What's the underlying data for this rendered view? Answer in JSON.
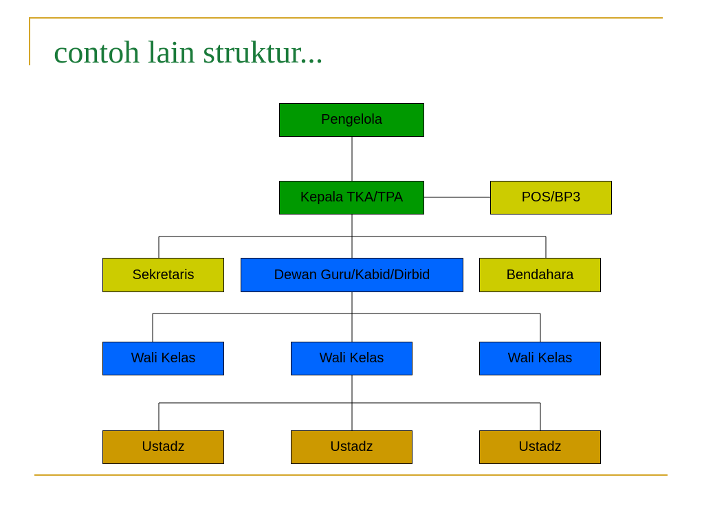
{
  "slide": {
    "title": "contoh lain struktur..."
  },
  "colors": {
    "green": "#009900",
    "olive": "#cccc00",
    "blue": "#0066ff",
    "orange": "#cc9900",
    "accent_line": "#d4a62a",
    "title_text": "#1a7a3a"
  },
  "chart": {
    "nodes": [
      {
        "id": "pengelola",
        "label": "Pengelola",
        "color": "#009900"
      },
      {
        "id": "kepala",
        "label": "Kepala TKA/TPA",
        "color": "#009900"
      },
      {
        "id": "posbp3",
        "label": "POS/BP3",
        "color": "#cccc00"
      },
      {
        "id": "sekretaris",
        "label": "Sekretaris",
        "color": "#cccc00"
      },
      {
        "id": "dewan",
        "label": "Dewan Guru/Kabid/Dirbid",
        "color": "#0066ff"
      },
      {
        "id": "bendahara",
        "label": "Bendahara",
        "color": "#cccc00"
      },
      {
        "id": "wali1",
        "label": "Wali Kelas",
        "color": "#0066ff"
      },
      {
        "id": "wali2",
        "label": "Wali Kelas",
        "color": "#0066ff"
      },
      {
        "id": "wali3",
        "label": "Wali Kelas",
        "color": "#0066ff"
      },
      {
        "id": "ustadz1",
        "label": "Ustadz",
        "color": "#cc9900"
      },
      {
        "id": "ustadz2",
        "label": "Ustadz",
        "color": "#cc9900"
      },
      {
        "id": "ustadz3",
        "label": "Ustadz",
        "color": "#cc9900"
      }
    ],
    "edges": [
      {
        "from": "pengelola",
        "to": "kepala",
        "type": "hierarchy"
      },
      {
        "from": "kepala",
        "to": "posbp3",
        "type": "coordination"
      },
      {
        "from": "kepala",
        "to": "sekretaris",
        "type": "hierarchy"
      },
      {
        "from": "kepala",
        "to": "dewan",
        "type": "hierarchy"
      },
      {
        "from": "kepala",
        "to": "bendahara",
        "type": "hierarchy"
      },
      {
        "from": "dewan",
        "to": "wali1",
        "type": "hierarchy"
      },
      {
        "from": "dewan",
        "to": "wali2",
        "type": "hierarchy"
      },
      {
        "from": "dewan",
        "to": "wali3",
        "type": "hierarchy"
      },
      {
        "from": "wali2",
        "to": "ustadz1",
        "type": "hierarchy"
      },
      {
        "from": "wali2",
        "to": "ustadz2",
        "type": "hierarchy"
      },
      {
        "from": "wali2",
        "to": "ustadz3",
        "type": "hierarchy"
      }
    ]
  }
}
